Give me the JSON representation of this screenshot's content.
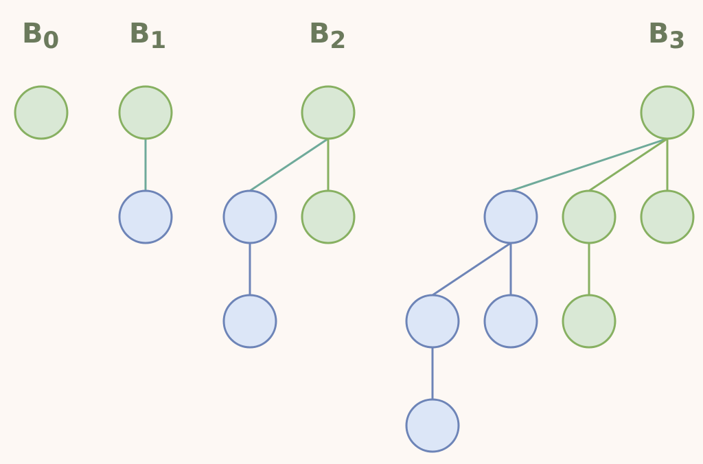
{
  "colors": {
    "background": "#fdf8f4",
    "label": "#6b7a5c",
    "green_fill": "#d9e8d5",
    "green_stroke": "#87b061",
    "blue_fill": "#dce6f7",
    "blue_stroke": "#6d84b7",
    "teal_edge": "#6faa9a"
  },
  "trees": [
    {
      "label_base": "B",
      "label_sub": "0",
      "nodes": [
        {
          "id": "r",
          "parent": null,
          "color": "green"
        }
      ]
    },
    {
      "label_base": "B",
      "label_sub": "1",
      "nodes": [
        {
          "id": "r",
          "parent": null,
          "color": "green"
        },
        {
          "id": "a",
          "parent": "r",
          "color": "blue"
        }
      ]
    },
    {
      "label_base": "B",
      "label_sub": "2",
      "nodes": [
        {
          "id": "r",
          "parent": null,
          "color": "green"
        },
        {
          "id": "a",
          "parent": "r",
          "color": "blue"
        },
        {
          "id": "b",
          "parent": "r",
          "color": "green"
        },
        {
          "id": "a1",
          "parent": "a",
          "color": "blue"
        }
      ]
    },
    {
      "label_base": "B",
      "label_sub": "3",
      "nodes": [
        {
          "id": "r",
          "parent": null,
          "color": "green"
        },
        {
          "id": "a",
          "parent": "r",
          "color": "blue"
        },
        {
          "id": "b",
          "parent": "r",
          "color": "green"
        },
        {
          "id": "c",
          "parent": "r",
          "color": "green"
        },
        {
          "id": "a1",
          "parent": "a",
          "color": "blue"
        },
        {
          "id": "a2",
          "parent": "a",
          "color": "blue"
        },
        {
          "id": "b1",
          "parent": "b",
          "color": "green"
        },
        {
          "id": "a11",
          "parent": "a1",
          "color": "blue"
        }
      ]
    }
  ]
}
